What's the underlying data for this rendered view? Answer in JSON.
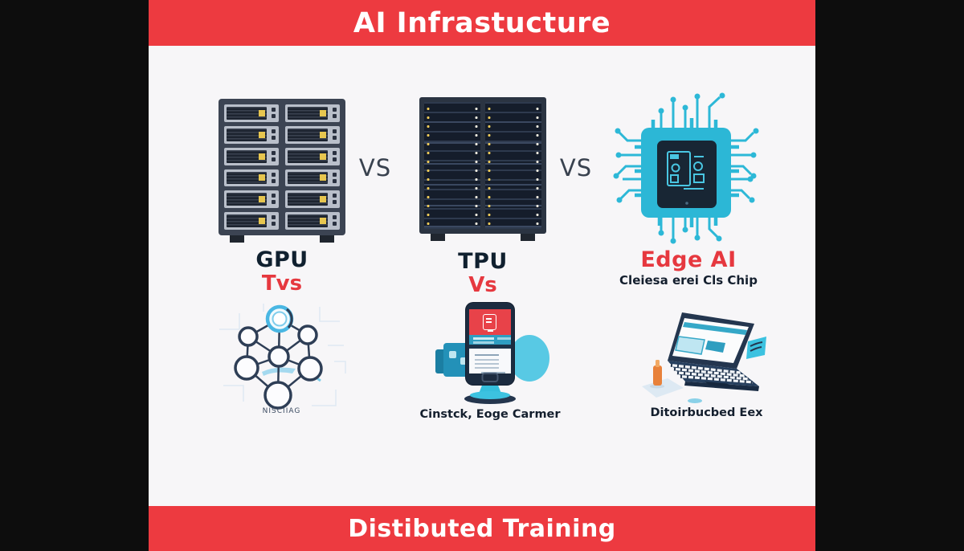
{
  "header": {
    "title": "AI Infrastucture"
  },
  "comparison": {
    "vs_left": "VS",
    "vs_right": "VS",
    "items": [
      {
        "name": "GPU",
        "subtitle": "Tvs"
      },
      {
        "name": "TPU",
        "subtitle": "Vs"
      },
      {
        "name": "Edge AI",
        "subtitle": "Cleiesa erei Cls Chip"
      }
    ]
  },
  "bottom_row": {
    "network_caption": "NISCIIAG",
    "phone_caption": "Cinstck, Eoge Carmer",
    "laptop_caption": "Ditoirbucbed Eex"
  },
  "footer": {
    "title": "Distibuted Training"
  },
  "colors": {
    "banner_red": "#ed3a40",
    "accent_red": "#e6383f",
    "cyan": "#2fb9d8",
    "navy": "#1d2b3e",
    "led_yellow": "#e7c64f",
    "body_bg": "#f7f6f8",
    "frame_black": "#0d0d0d"
  }
}
